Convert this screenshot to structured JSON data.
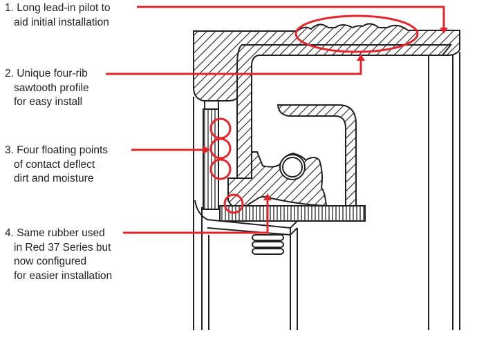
{
  "colors": {
    "accent": "#e3242b",
    "ink": "#231f20"
  },
  "callouts": [
    {
      "lines": [
        "1. Long lead-in pilot to",
        "aid initial installation"
      ]
    },
    {
      "lines": [
        "2. Unique four-rib",
        "sawtooth profile",
        "for easy install"
      ]
    },
    {
      "lines": [
        "3. Four floating points",
        "of contact deflect",
        "dirt and moisture"
      ]
    },
    {
      "lines": [
        "4. Same rubber used",
        "in Red 37 Series but",
        "now configured",
        "for easier installation"
      ]
    }
  ]
}
